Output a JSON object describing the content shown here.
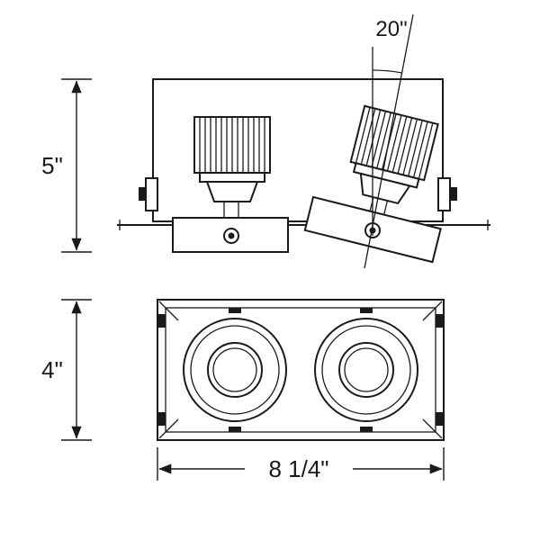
{
  "page": {
    "background": "#ffffff"
  },
  "drawing": {
    "stroke_color": "#1a1a1a",
    "views": {
      "side": {
        "name": "side-elevation"
      },
      "bottom": {
        "name": "bottom-view"
      }
    },
    "dimensions": {
      "side_height": "5\"",
      "tilt_angle": "20\"",
      "face_height": "4\"",
      "face_width": "8 1/4\""
    }
  }
}
